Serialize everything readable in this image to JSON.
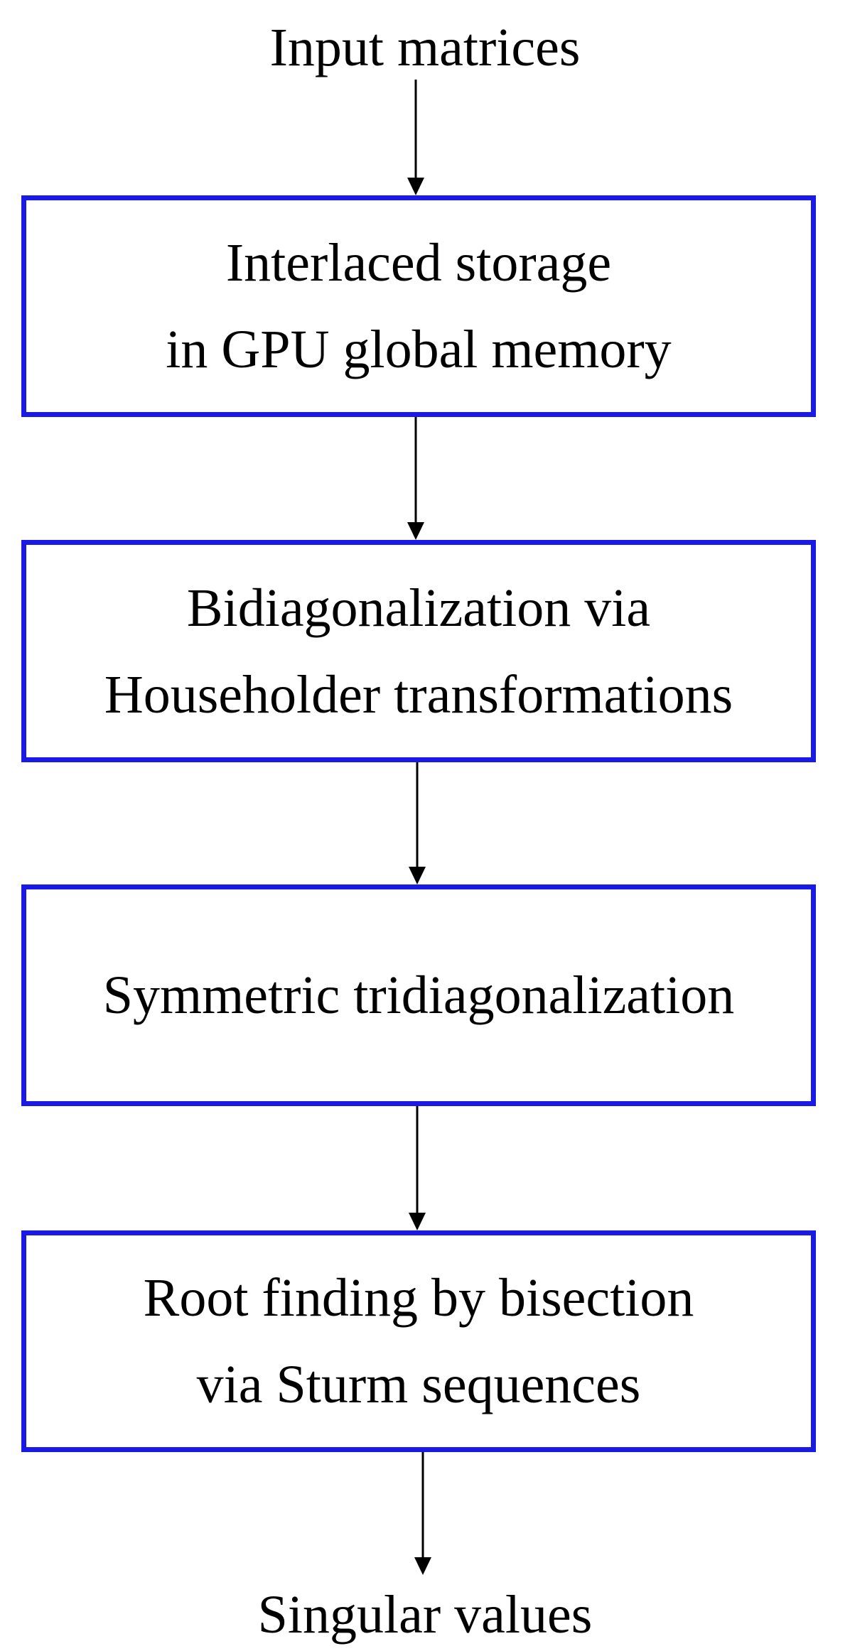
{
  "diagram": {
    "input_label": "Input matrices",
    "output_label": "Singular values",
    "steps": [
      {
        "text": "Interlaced storage\nin GPU global memory"
      },
      {
        "text": "Bidiagonalization via\nHouseholder transformations"
      },
      {
        "text": "Symmetric tridiagonalization"
      },
      {
        "text": "Root finding by bisection\nvia Sturm sequences"
      }
    ],
    "colors": {
      "box_border": "#1a1ae6",
      "arrow": "#000000",
      "text": "#000000",
      "background": "#ffffff"
    }
  }
}
